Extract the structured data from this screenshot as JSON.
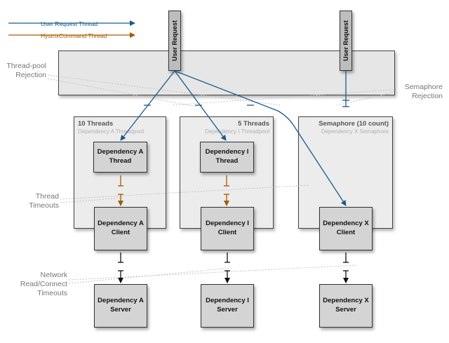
{
  "legend": {
    "user_thread": "User Request Thread",
    "hystrix_thread": "HystrixCommand Thread",
    "user_color": "#1a5a8c",
    "hystrix_color": "#a65a00"
  },
  "requests": {
    "left": "User Request",
    "right": "User Request"
  },
  "annotations": {
    "threadpool_rejection_1": "Thread-pool",
    "threadpool_rejection_2": "Rejection",
    "semaphore_rejection_1": "Semaphore",
    "semaphore_rejection_2": "Rejection",
    "thread_timeouts_1": "Thread",
    "thread_timeouts_2": "Timeouts",
    "network_1": "Network",
    "network_2": "Read/Connect",
    "network_3": "Timeouts"
  },
  "pools": {
    "a": {
      "title": "10 Threads",
      "subtitle": "Dependency A Threadpool"
    },
    "i": {
      "title": "5 Threads",
      "subtitle": "Dependency I Threadpool"
    },
    "x": {
      "title": "Semaphore (10 count)",
      "subtitle": "Dependency X Semaphore"
    }
  },
  "boxes": {
    "a_thread": [
      "Dependency A",
      "Thread"
    ],
    "i_thread": [
      "Dependency I",
      "Thread"
    ],
    "a_client": [
      "Dependency A",
      "Client"
    ],
    "i_client": [
      "Dependency I",
      "Client"
    ],
    "x_client": [
      "Dependency X",
      "Client"
    ],
    "a_server": [
      "Dependency A",
      "Server"
    ],
    "i_server": [
      "Dependency I",
      "Server"
    ],
    "x_server": [
      "Dependency X",
      "Server"
    ]
  }
}
